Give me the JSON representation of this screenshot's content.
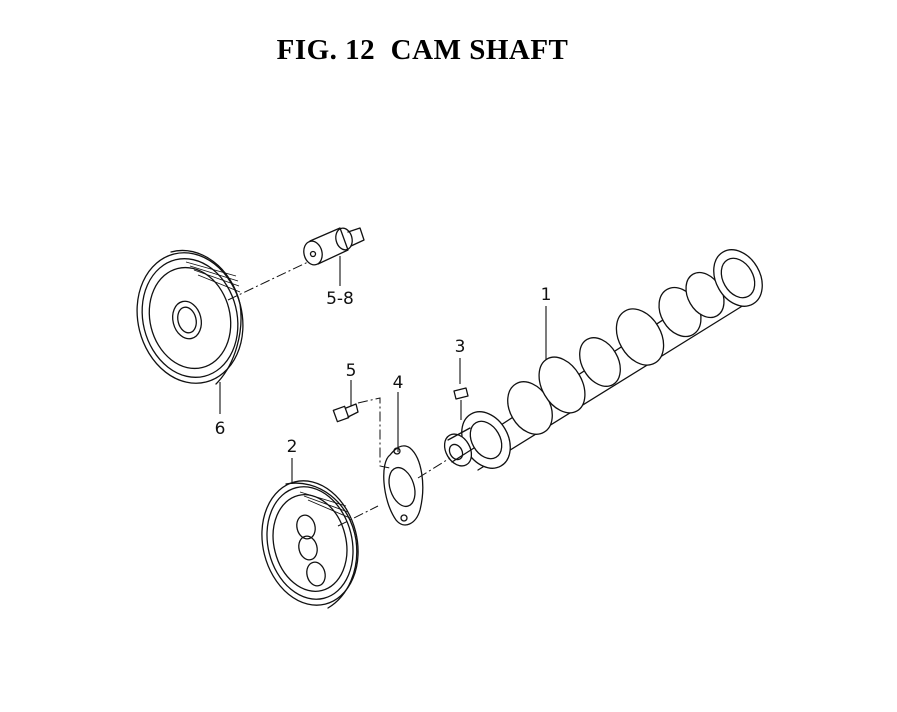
{
  "title": "FIG. 12  CAM SHAFT",
  "callouts": {
    "c1": "1",
    "c2": "2",
    "c3": "3",
    "c4": "4",
    "c5": "5",
    "c58": "5-8",
    "c6": "6"
  }
}
